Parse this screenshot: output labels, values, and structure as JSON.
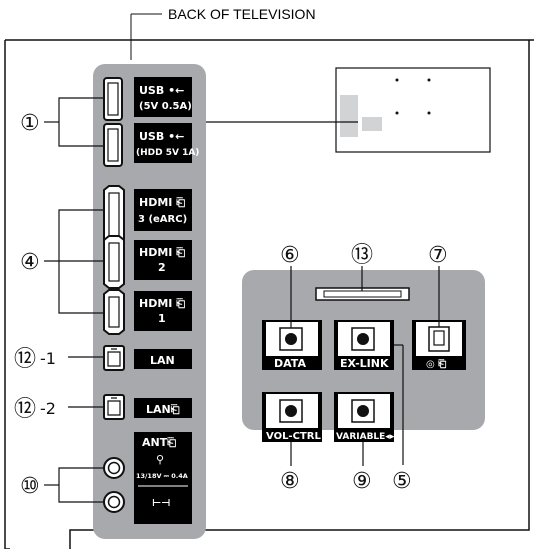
{
  "header": {
    "title": "BACK OF TELEVISION"
  },
  "ports": {
    "usb1": {
      "line1": "USB •←",
      "line2": "(5V 0.5A)"
    },
    "usb2": {
      "line1": "USB •←",
      "line2": "(HDD 5V 1A)"
    },
    "hdmi3": {
      "line1": "HDMI ⎗",
      "line2": "3 (eARC)"
    },
    "hdmi2": {
      "line1": "HDMI ⎗",
      "line2": "2"
    },
    "hdmi1": {
      "line1": "HDMI ⎗",
      "line2": "1"
    },
    "lan1": {
      "label": "LAN"
    },
    "lan2": {
      "label": "LAN⎗"
    },
    "ant": {
      "label": "ANT⎗",
      "power": "13/18V ⎓ 0.4A",
      "symbol": "⊢⊣"
    }
  },
  "side_panel": {
    "data": "DATA",
    "exlink": "EX-LINK",
    "optical": "◎ ⎗",
    "volctrl": "VOL-CTRL",
    "variable": "VARIABLE◂▸"
  },
  "callouts": {
    "c1": "①",
    "c4": "④",
    "c5": "⑤",
    "c6": "⑥",
    "c7": "⑦",
    "c8": "⑧",
    "c9": "⑨",
    "c10": "⑩",
    "c12": "⑫",
    "c12_suffix1": "-1",
    "c12_suffix2": "-2",
    "c13": "⑬"
  },
  "colors": {
    "panel": "#a7a9ac",
    "dark": "#231f20",
    "label_bg": "#000000",
    "line": "#111111"
  }
}
